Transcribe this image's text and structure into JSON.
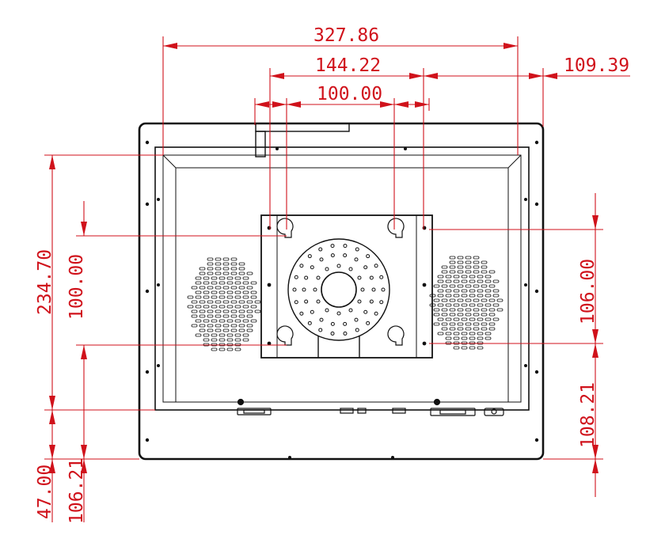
{
  "colors": {
    "dimension": "#d0121b",
    "outline": "#111111",
    "background": "#ffffff"
  },
  "dimensions": {
    "top_overall": "327.86",
    "top_middle": "144.22",
    "top_inner": "100.00",
    "top_right": "109.39",
    "left_outer": "234.70",
    "left_inner": "100.00",
    "right_upper": "106.00",
    "right_lower": "108.21",
    "bottom_left_a": "47.00",
    "bottom_left_b": "106.21"
  }
}
